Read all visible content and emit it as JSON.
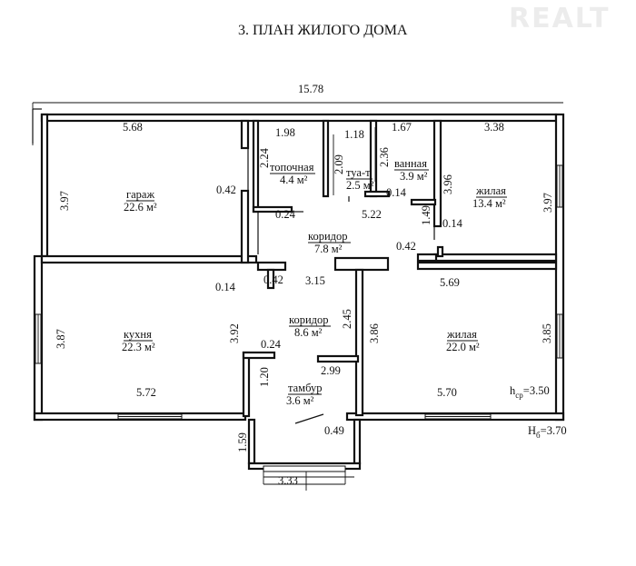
{
  "title": "3. ПЛАН ЖИЛОГО ДОМА",
  "watermark": "REALT",
  "overall_width": "15.78",
  "rooms": {
    "garage": {
      "name": "гараж",
      "area": "22.6 м²"
    },
    "boiler": {
      "name": "топочная",
      "area": "4.4 м²"
    },
    "wc": {
      "name": "туа-т",
      "area": "2.5 м²"
    },
    "bath": {
      "name": "ванная",
      "area": "3.9 м²"
    },
    "bedroom1": {
      "name": "жилая",
      "area": "13.4 м²"
    },
    "corridor1": {
      "name": "коридор",
      "area": "7.8 м²"
    },
    "kitchen": {
      "name": "кухня",
      "area": "22.3 м²"
    },
    "corridor2": {
      "name": "коридор",
      "area": "8.6 м²"
    },
    "vestibule": {
      "name": "тамбур",
      "area": "3.6 м²"
    },
    "bedroom2": {
      "name": "жилая",
      "area": "22.0 м²"
    }
  },
  "dims": {
    "garage_w": "5.68",
    "garage_h": "3.97",
    "boiler_h": "2.24",
    "boiler_w": "1.98",
    "wc_w": "1.18",
    "wc_h": "2.09",
    "bath_h": "2.36",
    "bath_w": "1.67",
    "bed1_w": "3.38",
    "bed1_h_left": "3.96",
    "bed1_h_right": "3.97",
    "wall_042_a": "0.42",
    "wall_024_a": "0.24",
    "wall_014_a": "0.14",
    "corr_522": "5.22",
    "wall_149": "1.49",
    "wall_014_b": "0.14",
    "wall_042_b": "0.42",
    "wall_014_c": "0.14",
    "wall_042_c": "0.42",
    "corr_315": "3.15",
    "bed2_w_top": "5.69",
    "kitchen_h": "3.87",
    "kitchen_h2": "3.92",
    "corr_245": "2.45",
    "bed2_h_left": "3.86",
    "bed2_h_right": "3.85",
    "wall_024_b": "0.24",
    "vest_h": "1.20",
    "vest_w": "2.99",
    "kitchen_w": "5.72",
    "bed2_w": "5.70",
    "ceiling": "3.50",
    "porch_h": "1.59",
    "wall_049": "0.49",
    "porch_w": "3.33",
    "outer_height": "3.70"
  },
  "labels": {
    "h_main": "h",
    "h_sub": "ср",
    "H_main": "H",
    "H_sub": "б",
    "eq": "="
  }
}
